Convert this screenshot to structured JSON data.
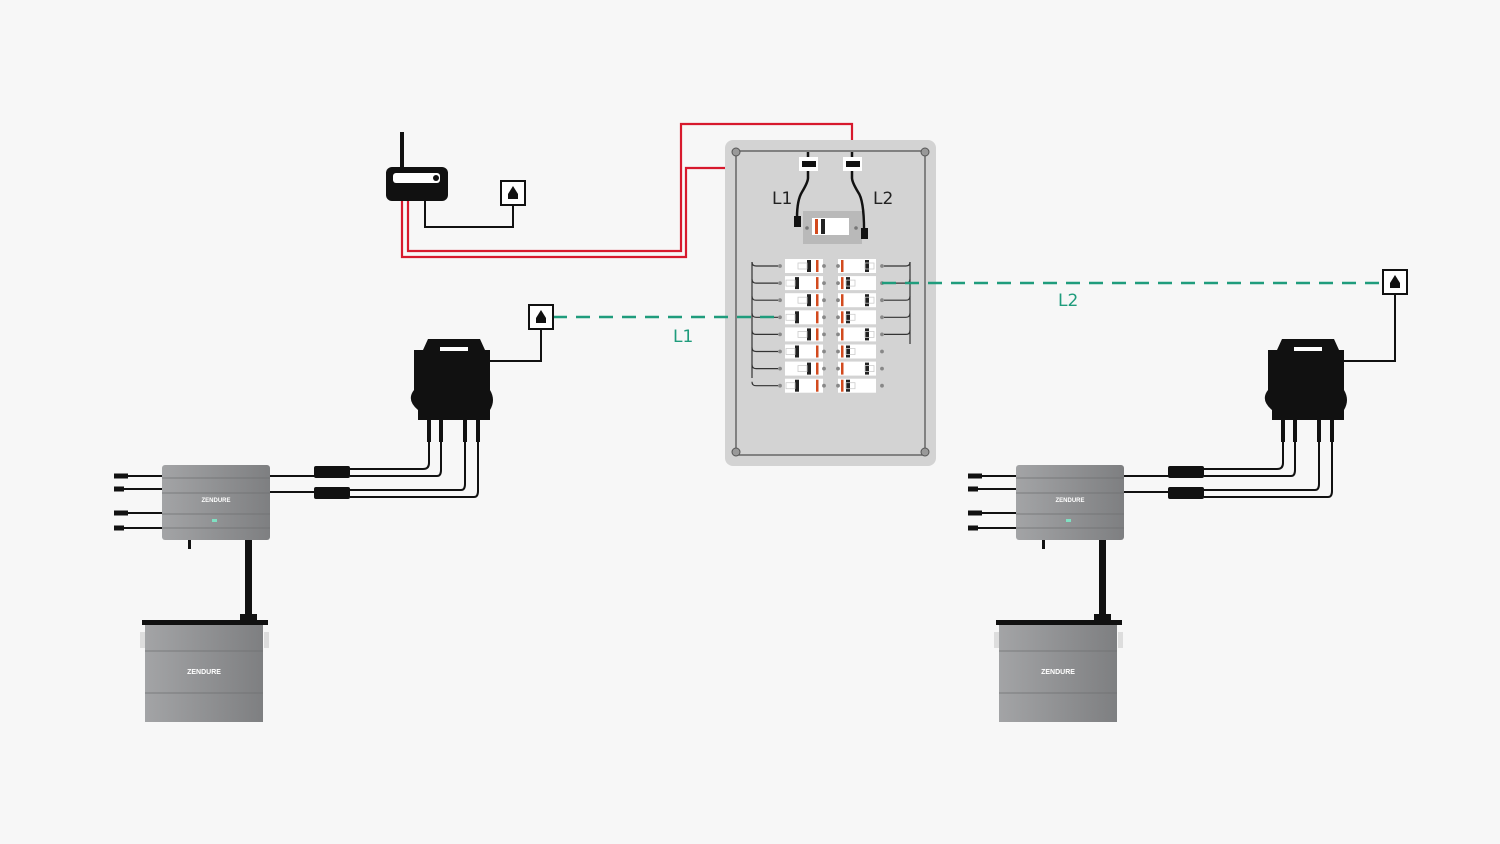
{
  "panel": {
    "label_l1": "L1",
    "label_l2": "L2"
  },
  "circuits": {
    "left_label": "L1",
    "right_label": "L2"
  },
  "brand_logo": "ZENDURE",
  "colors": {
    "router_cable": "#d7192d",
    "circuit_line": "#1f9c7c",
    "device": "#8f9092",
    "panel": "#d3d3d3",
    "inverter": "#111111"
  },
  "icons": [
    "router-icon",
    "wall-outlet-icon",
    "micro-inverter-icon",
    "solar-hub-icon",
    "battery-icon",
    "breaker-panel-icon"
  ]
}
